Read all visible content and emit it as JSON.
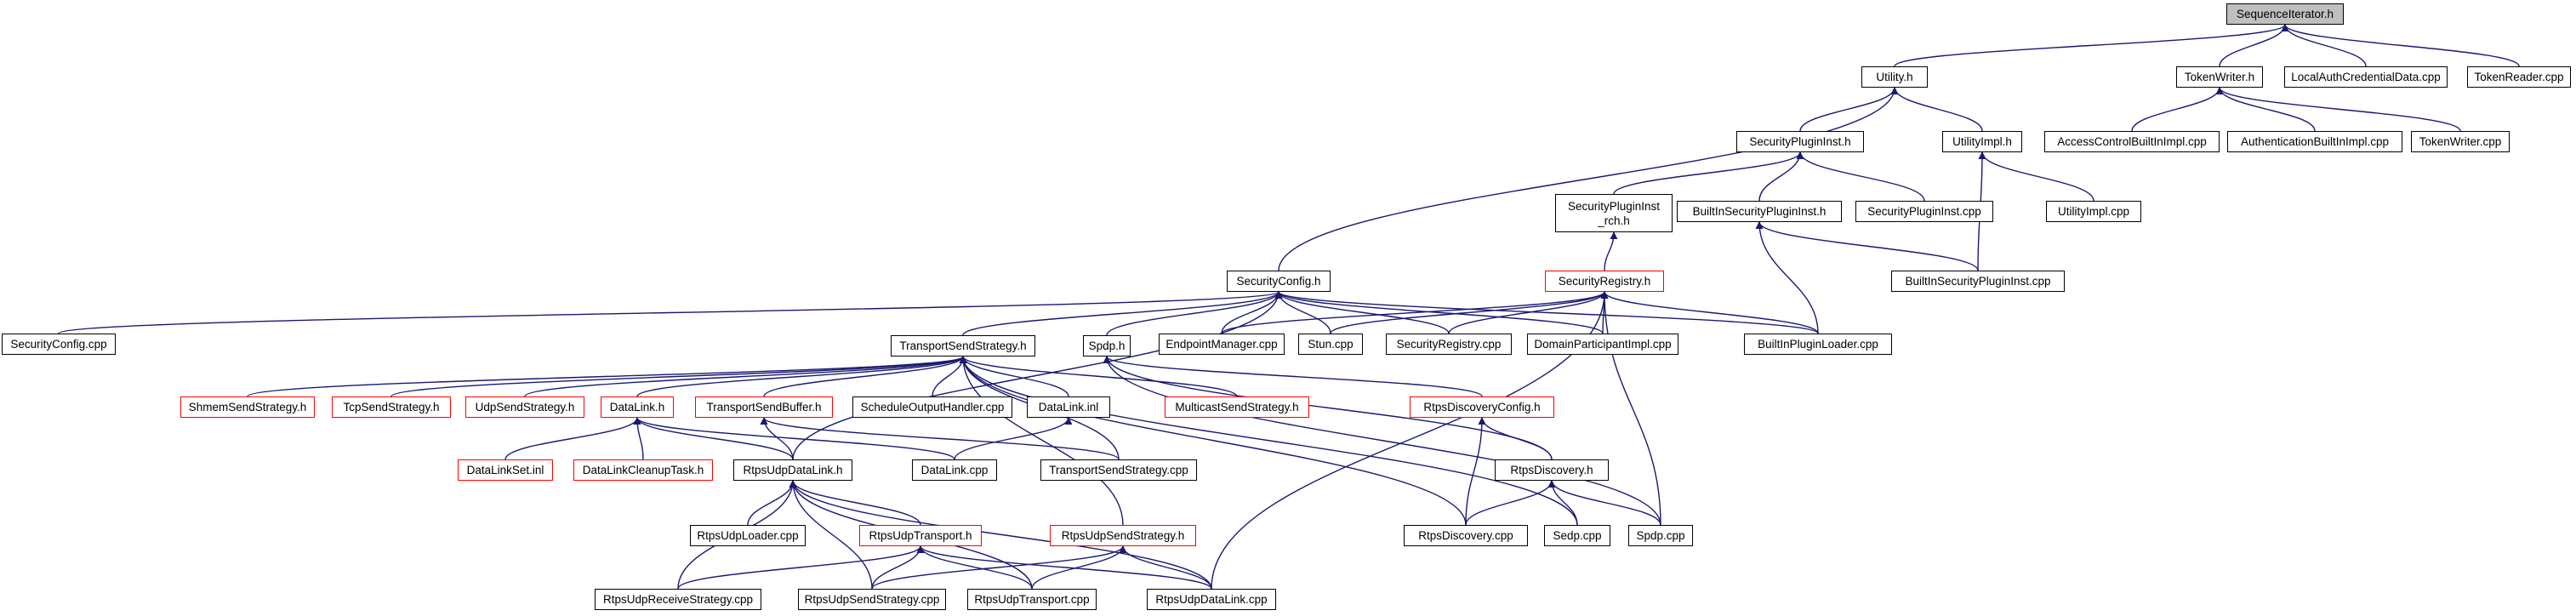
{
  "graph": {
    "edge_color": "#191970",
    "highlight_border_color": "#ff0000",
    "root_fill_color": "#bfbfbf",
    "nodes": [
      {
        "id": "seqit",
        "label": "SequenceIterator.h",
        "style": "root"
      },
      {
        "id": "utility",
        "label": "Utility.h",
        "style": "normal"
      },
      {
        "id": "tokenwriter_h",
        "label": "TokenWriter.h",
        "style": "normal"
      },
      {
        "id": "localauth",
        "label": "LocalAuthCredentialData.cpp",
        "style": "normal"
      },
      {
        "id": "tokenreader",
        "label": "TokenReader.cpp",
        "style": "normal"
      },
      {
        "id": "secplugininst_h",
        "label": "SecurityPluginInst.h",
        "style": "normal"
      },
      {
        "id": "utilityimpl_h",
        "label": "UtilityImpl.h",
        "style": "normal"
      },
      {
        "id": "accesscontrol",
        "label": "AccessControlBuiltInImpl.cpp",
        "style": "normal"
      },
      {
        "id": "authbuiltin",
        "label": "AuthenticationBuiltInImpl.cpp",
        "style": "normal"
      },
      {
        "id": "tokenwriter_cpp",
        "label": "TokenWriter.cpp",
        "style": "normal"
      },
      {
        "id": "secplugininst_rch",
        "label": "SecurityPluginInst\n_rch.h",
        "style": "normal"
      },
      {
        "id": "builtinsecplugininst_h",
        "label": "BuiltInSecurityPluginInst.h",
        "style": "normal"
      },
      {
        "id": "secplugininst_cpp",
        "label": "SecurityPluginInst.cpp",
        "style": "normal"
      },
      {
        "id": "utilityimpl_cpp",
        "label": "UtilityImpl.cpp",
        "style": "normal"
      },
      {
        "id": "secconfig_h",
        "label": "SecurityConfig.h",
        "style": "normal"
      },
      {
        "id": "secregistry_h",
        "label": "SecurityRegistry.h",
        "style": "red"
      },
      {
        "id": "builtinsecplugininst_cpp",
        "label": "BuiltInSecurityPluginInst.cpp",
        "style": "normal"
      },
      {
        "id": "secconfig_cpp",
        "label": "SecurityConfig.cpp",
        "style": "normal"
      },
      {
        "id": "transportsendstrategy_h",
        "label": "TransportSendStrategy.h",
        "style": "normal"
      },
      {
        "id": "spdp_h",
        "label": "Spdp.h",
        "style": "normal"
      },
      {
        "id": "endpointmanager",
        "label": "EndpointManager.cpp",
        "style": "normal"
      },
      {
        "id": "stun",
        "label": "Stun.cpp",
        "style": "normal"
      },
      {
        "id": "secregistry_cpp",
        "label": "SecurityRegistry.cpp",
        "style": "normal"
      },
      {
        "id": "domainparticipantimpl",
        "label": "DomainParticipantImpl.cpp",
        "style": "normal"
      },
      {
        "id": "builtinpluginloader",
        "label": "BuiltInPluginLoader.cpp",
        "style": "normal"
      },
      {
        "id": "shmemsendstrategy",
        "label": "ShmemSendStrategy.h",
        "style": "red"
      },
      {
        "id": "tcpsendstrategy",
        "label": "TcpSendStrategy.h",
        "style": "red"
      },
      {
        "id": "udpsendstrategy",
        "label": "UdpSendStrategy.h",
        "style": "red"
      },
      {
        "id": "datalink_h",
        "label": "DataLink.h",
        "style": "red"
      },
      {
        "id": "transportsendbuffer",
        "label": "TransportSendBuffer.h",
        "style": "red"
      },
      {
        "id": "scheduleoutputhandler",
        "label": "ScheduleOutputHandler.cpp",
        "style": "normal"
      },
      {
        "id": "datalink_inl",
        "label": "DataLink.inl",
        "style": "normal"
      },
      {
        "id": "multicastsendstrategy",
        "label": "MulticastSendStrategy.h",
        "style": "red"
      },
      {
        "id": "rtpsdiscoveryconfig",
        "label": "RtpsDiscoveryConfig.h",
        "style": "red"
      },
      {
        "id": "datalinkset",
        "label": "DataLinkSet.inl",
        "style": "red"
      },
      {
        "id": "datalinkcleanuptask",
        "label": "DataLinkCleanupTask.h",
        "style": "red"
      },
      {
        "id": "rtpsudpdatalink_h",
        "label": "RtpsUdpDataLink.h",
        "style": "normal"
      },
      {
        "id": "datalink_cpp",
        "label": "DataLink.cpp",
        "style": "normal"
      },
      {
        "id": "transportsendstrategy_cpp",
        "label": "TransportSendStrategy.cpp",
        "style": "normal"
      },
      {
        "id": "rtpsdiscovery_h",
        "label": "RtpsDiscovery.h",
        "style": "normal"
      },
      {
        "id": "rtpsudploader",
        "label": "RtpsUdpLoader.cpp",
        "style": "normal"
      },
      {
        "id": "rtpsudptransport_h",
        "label": "RtpsUdpTransport.h",
        "style": "red"
      },
      {
        "id": "rtpsudpsendstrategy_h",
        "label": "RtpsUdpSendStrategy.h",
        "style": "red"
      },
      {
        "id": "rtpsdiscovery_cpp",
        "label": "RtpsDiscovery.cpp",
        "style": "normal"
      },
      {
        "id": "sedp",
        "label": "Sedp.cpp",
        "style": "normal"
      },
      {
        "id": "spdp_cpp",
        "label": "Spdp.cpp",
        "style": "normal"
      },
      {
        "id": "rtpsudpreceivestrategy",
        "label": "RtpsUdpReceiveStrategy.cpp",
        "style": "normal"
      },
      {
        "id": "rtpsudpsendstrategy_cpp",
        "label": "RtpsUdpSendStrategy.cpp",
        "style": "normal"
      },
      {
        "id": "rtpsudptransport_cpp",
        "label": "RtpsUdpTransport.cpp",
        "style": "normal"
      },
      {
        "id": "rtpsudpdatalink_cpp",
        "label": "RtpsUdpDataLink.cpp",
        "style": "normal"
      }
    ],
    "edges": [
      [
        "utility",
        "seqit"
      ],
      [
        "tokenwriter_h",
        "seqit"
      ],
      [
        "localauth",
        "seqit"
      ],
      [
        "tokenreader",
        "seqit"
      ],
      [
        "secplugininst_h",
        "utility"
      ],
      [
        "utilityimpl_h",
        "utility"
      ],
      [
        "secconfig_h",
        "utility"
      ],
      [
        "accesscontrol",
        "tokenwriter_h"
      ],
      [
        "authbuiltin",
        "tokenwriter_h"
      ],
      [
        "tokenwriter_cpp",
        "tokenwriter_h"
      ],
      [
        "secplugininst_rch",
        "secplugininst_h"
      ],
      [
        "builtinsecplugininst_h",
        "secplugininst_h"
      ],
      [
        "secplugininst_cpp",
        "secplugininst_h"
      ],
      [
        "utilityimpl_cpp",
        "utilityimpl_h"
      ],
      [
        "builtinsecplugininst_cpp",
        "utilityimpl_h"
      ],
      [
        "secregistry_h",
        "secplugininst_rch"
      ],
      [
        "builtinsecplugininst_cpp",
        "builtinsecplugininst_h"
      ],
      [
        "builtinpluginloader",
        "builtinsecplugininst_h"
      ],
      [
        "secconfig_cpp",
        "secconfig_h"
      ],
      [
        "transportsendstrategy_h",
        "secconfig_h"
      ],
      [
        "spdp_h",
        "secconfig_h"
      ],
      [
        "endpointmanager",
        "secconfig_h"
      ],
      [
        "stun",
        "secconfig_h"
      ],
      [
        "secregistry_cpp",
        "secconfig_h"
      ],
      [
        "domainparticipantimpl",
        "secconfig_h"
      ],
      [
        "builtinpluginloader",
        "secconfig_h"
      ],
      [
        "rtpsudpdatalink_h",
        "secconfig_h"
      ],
      [
        "endpointmanager",
        "secregistry_h"
      ],
      [
        "stun",
        "secregistry_h"
      ],
      [
        "secregistry_cpp",
        "secregistry_h"
      ],
      [
        "domainparticipantimpl",
        "secregistry_h"
      ],
      [
        "builtinpluginloader",
        "secregistry_h"
      ],
      [
        "spdp_cpp",
        "secregistry_h"
      ],
      [
        "rtpsudpdatalink_cpp",
        "secregistry_h"
      ],
      [
        "shmemsendstrategy",
        "transportsendstrategy_h"
      ],
      [
        "tcpsendstrategy",
        "transportsendstrategy_h"
      ],
      [
        "udpsendstrategy",
        "transportsendstrategy_h"
      ],
      [
        "datalink_h",
        "transportsendstrategy_h"
      ],
      [
        "transportsendbuffer",
        "transportsendstrategy_h"
      ],
      [
        "scheduleoutputhandler",
        "transportsendstrategy_h"
      ],
      [
        "datalink_inl",
        "transportsendstrategy_h"
      ],
      [
        "multicastsendstrategy",
        "transportsendstrategy_h"
      ],
      [
        "rtpsudpsendstrategy_h",
        "transportsendstrategy_h"
      ],
      [
        "transportsendstrategy_cpp",
        "transportsendstrategy_h"
      ],
      [
        "rtpsdiscovery_cpp",
        "transportsendstrategy_h"
      ],
      [
        "sedp",
        "transportsendstrategy_h"
      ],
      [
        "spdp_cpp",
        "spdp_h"
      ],
      [
        "rtpsdiscoveryconfig",
        "spdp_h"
      ],
      [
        "rtpsdiscovery_h",
        "spdp_h"
      ],
      [
        "datalinkset",
        "datalink_h"
      ],
      [
        "datalinkcleanuptask",
        "datalink_h"
      ],
      [
        "rtpsudpdatalink_h",
        "datalink_h"
      ],
      [
        "datalink_cpp",
        "datalink_h"
      ],
      [
        "rtpsudpdatalink_h",
        "transportsendbuffer"
      ],
      [
        "transportsendstrategy_cpp",
        "transportsendbuffer"
      ],
      [
        "datalink_cpp",
        "datalink_inl"
      ],
      [
        "rtpsdiscovery_h",
        "rtpsdiscoveryconfig"
      ],
      [
        "rtpsdiscovery_cpp",
        "rtpsdiscoveryconfig"
      ],
      [
        "rtpsudploader",
        "rtpsudpdatalink_h"
      ],
      [
        "rtpsudptransport_h",
        "rtpsudpdatalink_h"
      ],
      [
        "rtpsudpreceivestrategy",
        "rtpsudpdatalink_h"
      ],
      [
        "rtpsudpsendstrategy_cpp",
        "rtpsudpdatalink_h"
      ],
      [
        "rtpsudptransport_cpp",
        "rtpsudpdatalink_h"
      ],
      [
        "rtpsudpdatalink_cpp",
        "rtpsudpdatalink_h"
      ],
      [
        "rtpsdiscovery_cpp",
        "rtpsdiscovery_h"
      ],
      [
        "sedp",
        "rtpsdiscovery_h"
      ],
      [
        "spdp_cpp",
        "rtpsdiscovery_h"
      ],
      [
        "rtpsudpreceivestrategy",
        "rtpsudptransport_h"
      ],
      [
        "rtpsudpsendstrategy_cpp",
        "rtpsudptransport_h"
      ],
      [
        "rtpsudptransport_cpp",
        "rtpsudptransport_h"
      ],
      [
        "rtpsudpdatalink_cpp",
        "rtpsudptransport_h"
      ],
      [
        "rtpsudpsendstrategy_cpp",
        "rtpsudpsendstrategy_h"
      ],
      [
        "rtpsudptransport_cpp",
        "rtpsudpsendstrategy_h"
      ],
      [
        "rtpsudpdatalink_cpp",
        "rtpsudpsendstrategy_h"
      ]
    ]
  }
}
